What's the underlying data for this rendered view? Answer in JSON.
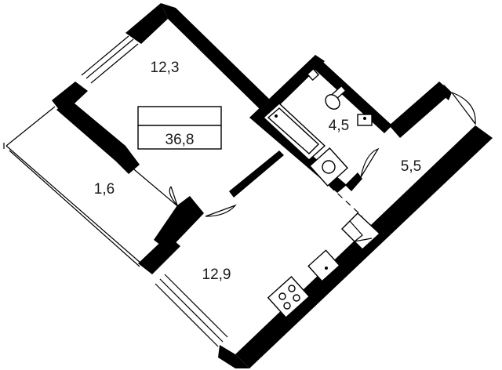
{
  "plan": {
    "total_area": "36,8",
    "rooms": [
      {
        "id": "room-12-3",
        "area": "12,3"
      },
      {
        "id": "room-1-6",
        "area": "1,6"
      },
      {
        "id": "room-4-5",
        "area": "4,5"
      },
      {
        "id": "room-5-5",
        "area": "5,5"
      },
      {
        "id": "room-12-9",
        "area": "12,9"
      }
    ]
  }
}
